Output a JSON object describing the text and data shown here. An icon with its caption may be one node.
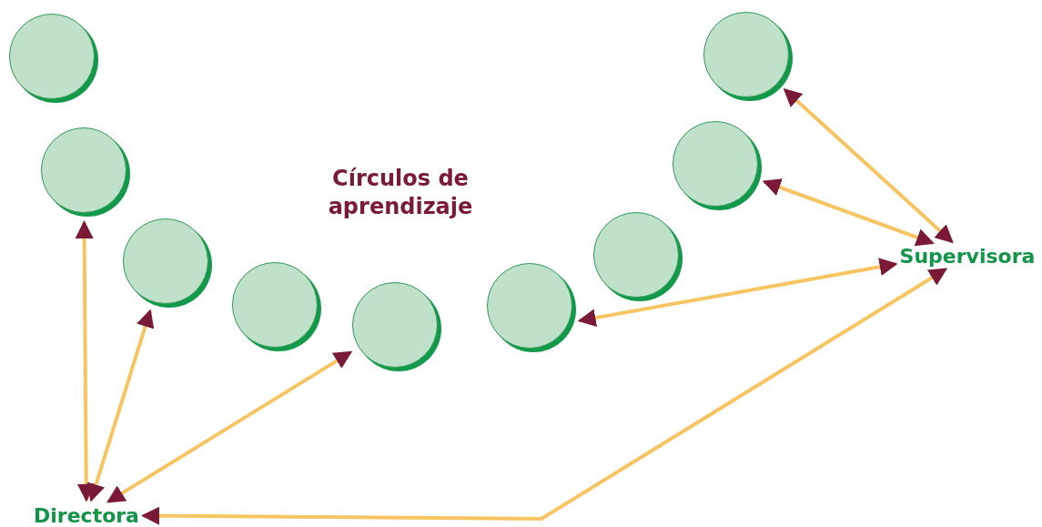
{
  "diagram": {
    "nodes": [
      {
        "text": [],
        "shape": "circle"
      },
      {
        "text": [],
        "shape": "circle"
      },
      {
        "text": [],
        "shape": "circle"
      },
      {
        "text": [],
        "shape": "circle"
      },
      {
        "text": [],
        "shape": "circle"
      },
      {
        "text": [],
        "shape": "circle"
      },
      {
        "text": [],
        "shape": "circle"
      },
      {
        "text": [],
        "shape": "circle"
      },
      {
        "text": [],
        "shape": "circle"
      },
      {
        "text": [
          "Directora"
        ]
      },
      {
        "text": [
          "Supervisora"
        ]
      }
    ],
    "edges": [
      {
        "from": 9,
        "to": 1,
        "arrow": "both"
      },
      {
        "from": 9,
        "to": 2,
        "arrow": "both"
      },
      {
        "from": 9,
        "to": 4,
        "arrow": "both"
      },
      {
        "from": 9,
        "to": 10,
        "arrow": "both"
      },
      {
        "from": 10,
        "to": 5,
        "arrow": "both"
      },
      {
        "from": 10,
        "to": 7,
        "arrow": "both"
      },
      {
        "from": 10,
        "to": 8,
        "arrow": "both"
      }
    ],
    "title": "Círculos de aprendizaje"
  }
}
